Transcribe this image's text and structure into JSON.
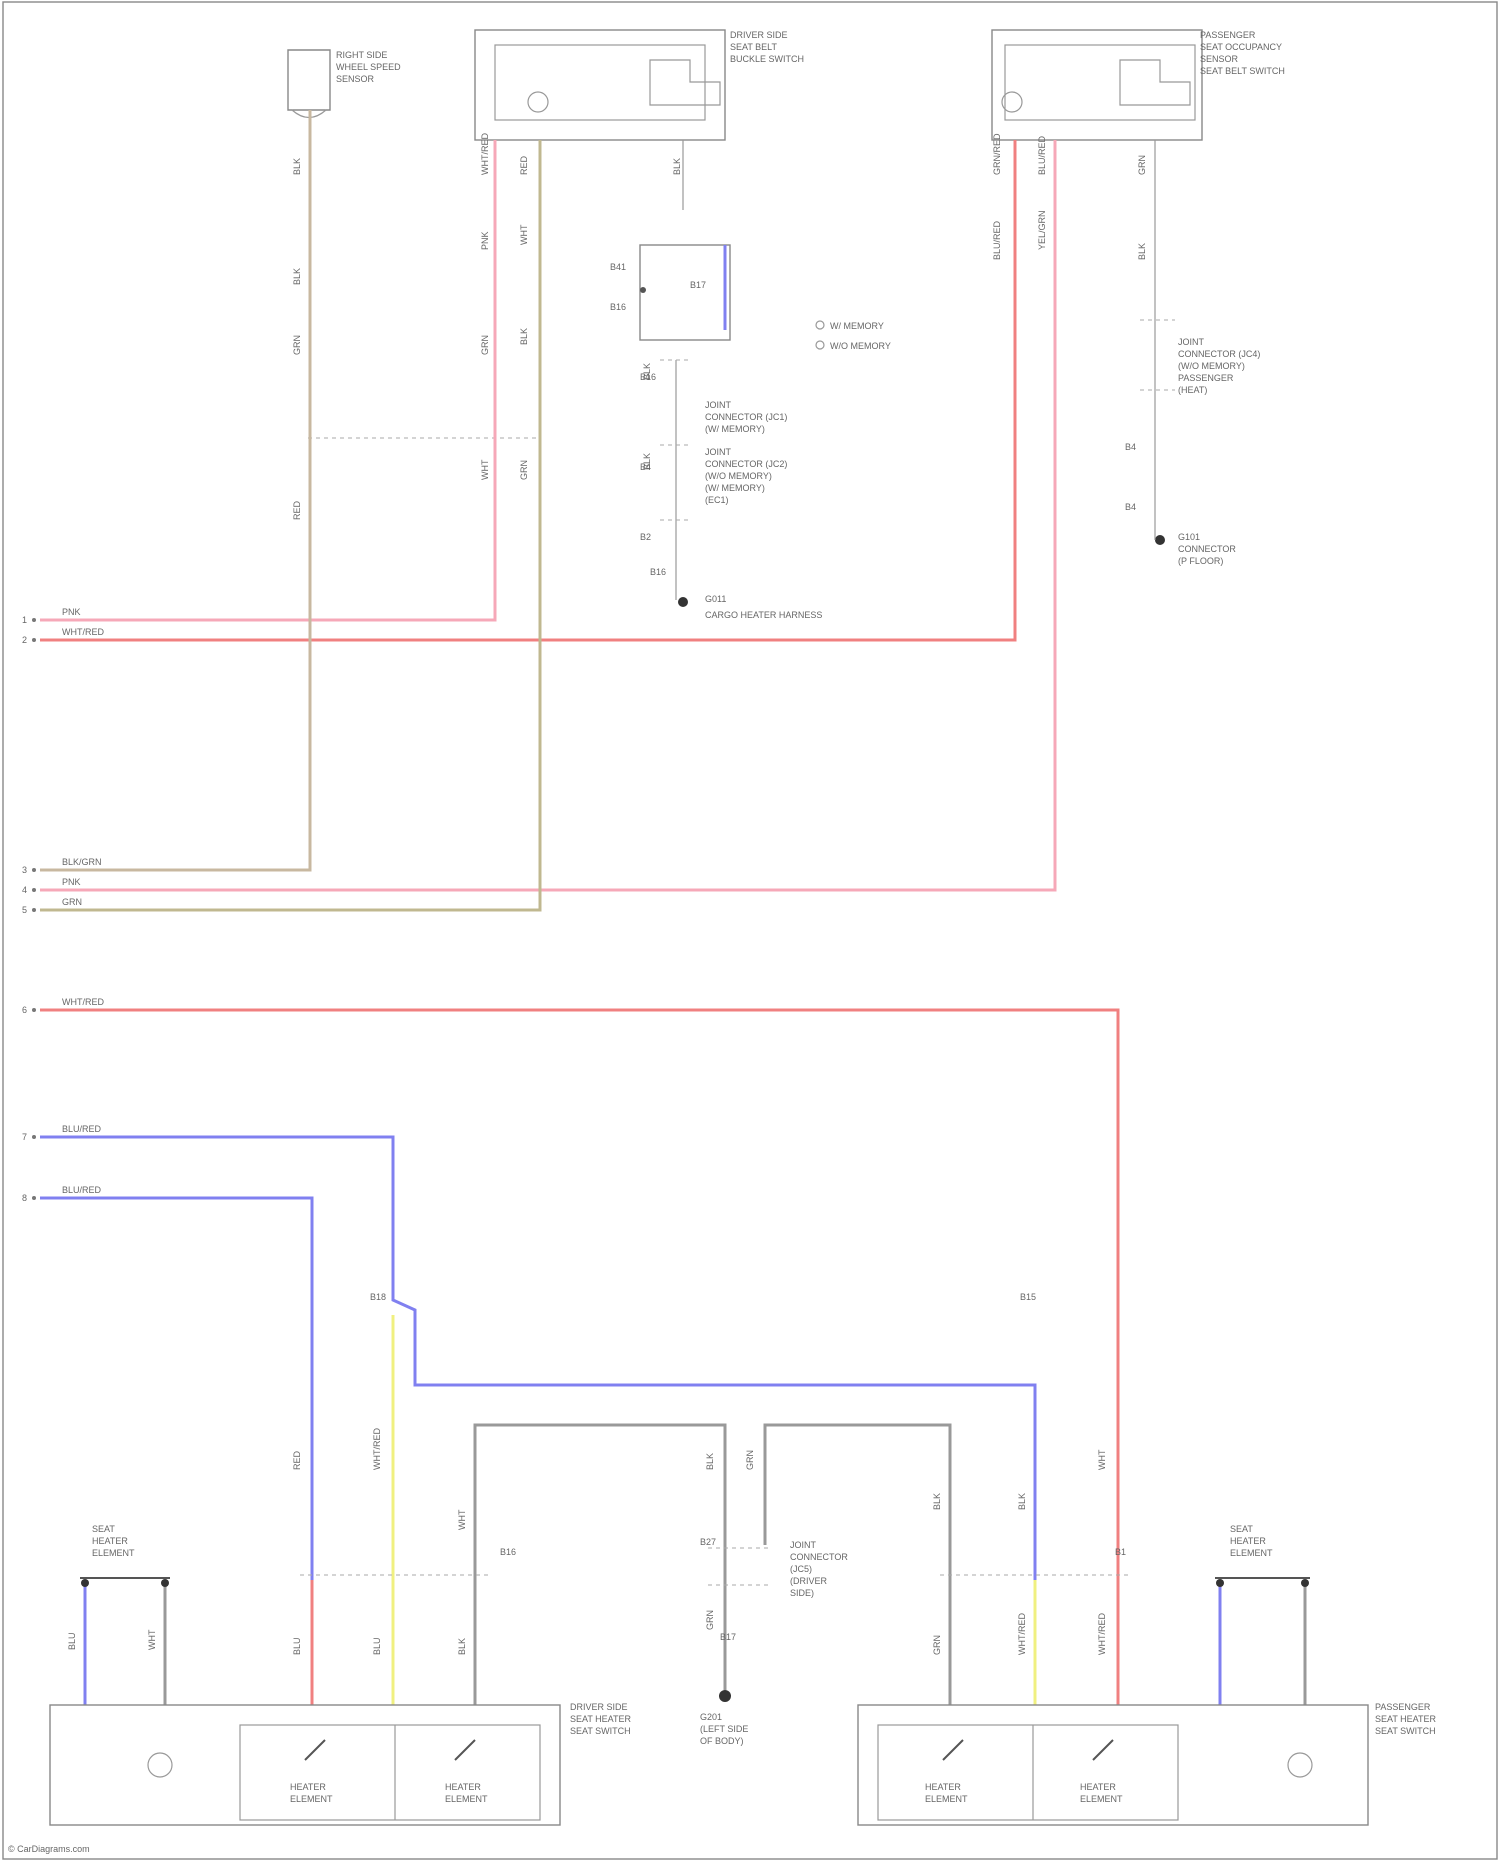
{
  "diagram": {
    "colors": {
      "red": "#f08080",
      "pink": "#f6a8b8",
      "tan": "#c8b8a0",
      "olive": "#c0b890",
      "blue": "#8080f0",
      "yellow": "#f0f080",
      "gray": "#999999",
      "frame": "#888888"
    },
    "row_labels": [
      "1",
      "2",
      "3",
      "4",
      "5",
      "6",
      "7",
      "8"
    ],
    "row_wire_labels": [
      "PNK",
      "WHT/RED",
      "BLK/GRN",
      "PNK",
      "GRN",
      "WHT/RED",
      "BLU/RED",
      "BLU/RED"
    ],
    "components": {
      "speed_sensor": [
        "RIGHT SIDE",
        "WHEEL SPEED",
        "SENSOR"
      ],
      "driver_seat_switch": [
        "DRIVER SIDE",
        "SEAT BELT",
        "BUCKLE SWITCH"
      ],
      "passenger_seat_switch": [
        "PASSENGER",
        "SEAT OCCUPANCY",
        "SENSOR",
        "SEAT BELT SWITCH"
      ],
      "driver_heater_switch": [
        "DRIVER SIDE",
        "SEAT HEATER",
        "SEAT SWITCH"
      ],
      "passenger_heater_switch": [
        "PASSENGER",
        "SEAT HEATER",
        "SEAT SWITCH"
      ],
      "left_heater_element": [
        "SEAT",
        "HEATER",
        "ELEMENT"
      ],
      "right_heater_element": [
        "SEAT",
        "HEATER",
        "ELEMENT"
      ],
      "left_heater_unit": [
        "HEATER",
        "ELEMENT"
      ],
      "left_seat_unit": [
        "HEATER",
        "ELEMENT"
      ],
      "right_seat_unit": [
        "HEATER",
        "ELEMENT"
      ],
      "right_heater_unit": [
        "HEATER",
        "ELEMENT"
      ]
    },
    "notes": {
      "legend": [
        "W/ MEMORY",
        "W/O MEMORY"
      ],
      "joint_connector_1": [
        "JOINT",
        "CONNECTOR (JC1)",
        "(W/ MEMORY)"
      ],
      "joint_connector_2": [
        "JOINT",
        "CONNECTOR (JC2)",
        "(W/O MEMORY)",
        "(W/ MEMORY)",
        "(EC1)"
      ],
      "ground_1": [
        "G011",
        "CARGO HEATER HARNESS"
      ],
      "joint_connector_3": [
        "JOINT",
        "CONNECTOR (JC4)",
        "(W/O MEMORY)",
        "PASSENGER",
        "(HEAT)"
      ],
      "ground_2": [
        "G101",
        "CONNECTOR",
        "(P FLOOR)"
      ],
      "joint_connector_4": [
        "JOINT",
        "CONNECTOR",
        "(JC5)",
        "(DRIVER",
        "SIDE)"
      ],
      "ground_3": [
        "G201",
        "(LEFT SIDE",
        "OF BODY)"
      ],
      "footer": "© CarDiagrams.com"
    },
    "wire_labels": [
      "BLK",
      "BLK",
      "GRN",
      "RED",
      "WHT/RED",
      "PNK",
      "GRN",
      "WHT",
      "RED",
      "WHT",
      "BLK",
      "GRN",
      "GRN/RED",
      "BLU/RED",
      "BLU/RED",
      "YEL/GRN",
      "GRN",
      "BLK",
      "BLK",
      "BLK",
      "BLK",
      "RED",
      "WHT/RED",
      "WHT",
      "BLU",
      "BLU",
      "BLK",
      "BLK",
      "GRN",
      "GRN",
      "BLK",
      "GRN",
      "BLK",
      "WHT/RED",
      "WHT",
      "WHT/RED",
      "BLU",
      "WHT"
    ],
    "side_labels": [
      "B41",
      "B16",
      "B17",
      "B16",
      "B4",
      "B2",
      "B16",
      "B4",
      "B4",
      "B17",
      "B18",
      "B15",
      "B16",
      "B1",
      "B27"
    ]
  }
}
